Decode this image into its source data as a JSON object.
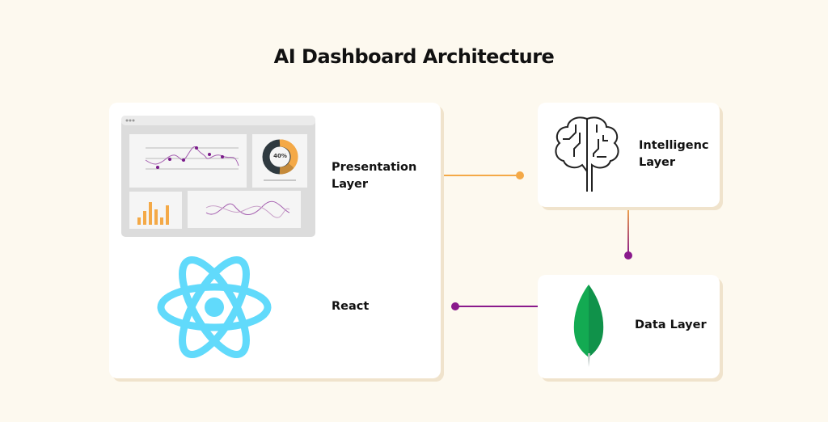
{
  "title": "AI Dashboard Architecture",
  "main_card": {
    "presentation_label": "Presentation Layer",
    "react_label": "React",
    "donut_value": "40%"
  },
  "intelligence_card": {
    "label": "Intelligenc Layer"
  },
  "data_card": {
    "label": "Data Layer"
  },
  "colors": {
    "background": "#fdf9ef",
    "orange": "#f4a947",
    "purple": "#8a1a8c",
    "react": "#61dafb",
    "leaf": "#13aa52"
  }
}
